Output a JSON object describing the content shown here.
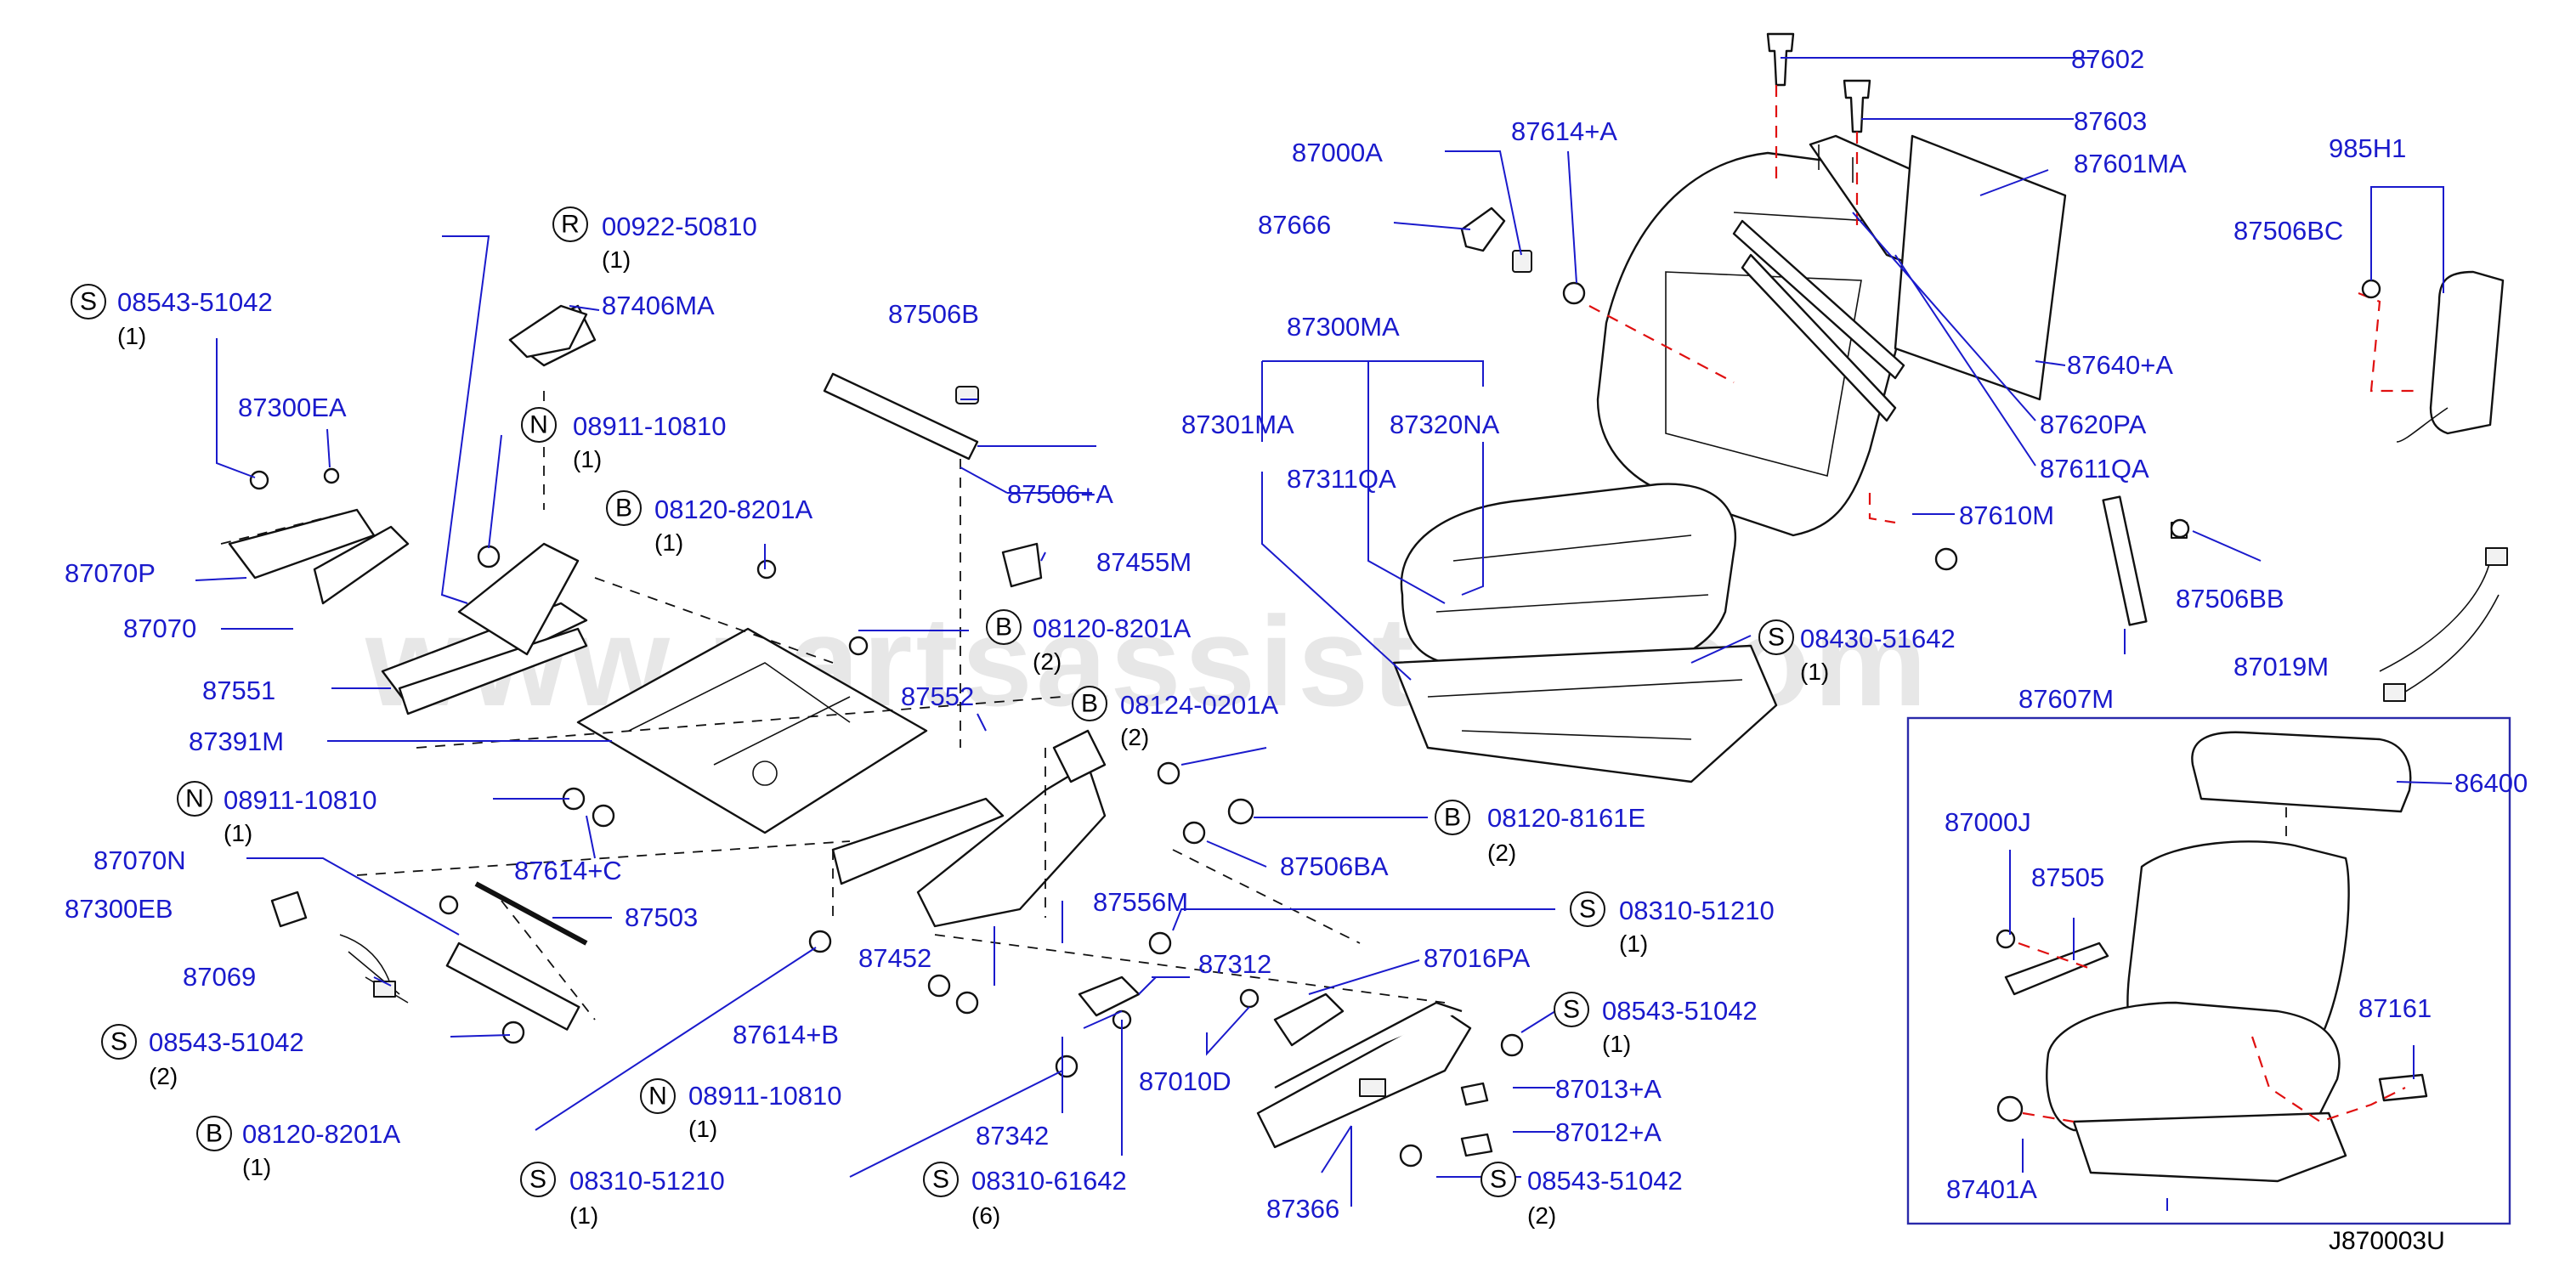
{
  "watermark": "www.partsassistant.com",
  "reference_code": "J870003U",
  "labels": {
    "p87602": "87602",
    "p87603": "87603",
    "p87601MA": "87601MA",
    "p87000A": "87000A",
    "p87614A": "87614+A",
    "p87666": "87666",
    "p87300MA": "87300MA",
    "p87301MA": "87301MA",
    "p87320NA": "87320NA",
    "p87311QA": "87311QA",
    "p87640A": "87640+A",
    "p87620PA": "87620PA",
    "p87611QA": "87611QA",
    "p87610M": "87610M",
    "p08430": "08430-51642",
    "p985H1": "985H1",
    "p87506BC": "87506BC",
    "p87506BB": "87506BB",
    "p87607M": "87607M",
    "p87019M": "87019M",
    "p00922": "00922-50810",
    "p87406MA": "87406MA",
    "p08543a": "08543-51042",
    "p87300EA": "87300EA",
    "p08911a": "08911-10810",
    "p08120a": "08120-8201A",
    "p87070P": "87070P",
    "p87070": "87070",
    "p87551": "87551",
    "p87391M": "87391M",
    "p87506B": "87506B",
    "p87506A": "87506+A",
    "p87455M": "87455M",
    "p08120b": "08120-8201A",
    "p87552": "87552",
    "p08124": "08124-0201A",
    "p08120c": "08120-8161E",
    "p87506BA": "87506BA",
    "p08911b": "08911-10810",
    "p87614C": "87614+C",
    "p87070N": "87070N",
    "p87300EB": "87300EB",
    "p87503": "87503",
    "p87069": "87069",
    "p08543b": "08543-51042",
    "p08120d": "08120-8201A",
    "p87556M": "87556M",
    "p08310a": "08310-51210",
    "p87452": "87452",
    "p87312": "87312",
    "p87016PA": "87016PA",
    "p87614B": "87614+B",
    "p08543c": "08543-51042",
    "p08911c": "08911-10810",
    "p87010D": "87010D",
    "p87013A": "87013+A",
    "p87012A": "87012+A",
    "p87342": "87342",
    "p08310b": "08310-51210",
    "p08310c": "08310-61642",
    "p08543d": "08543-51042",
    "p87366": "87366",
    "p86400": "86400",
    "p87000J": "87000J",
    "p87505": "87505",
    "p87161": "87161",
    "p87401A": "87401A"
  },
  "badges": {
    "R": "R",
    "S": "S",
    "N": "N",
    "B": "B"
  },
  "quantities": {
    "q1": "(1)",
    "q2": "(2)",
    "q6": "(6)"
  }
}
